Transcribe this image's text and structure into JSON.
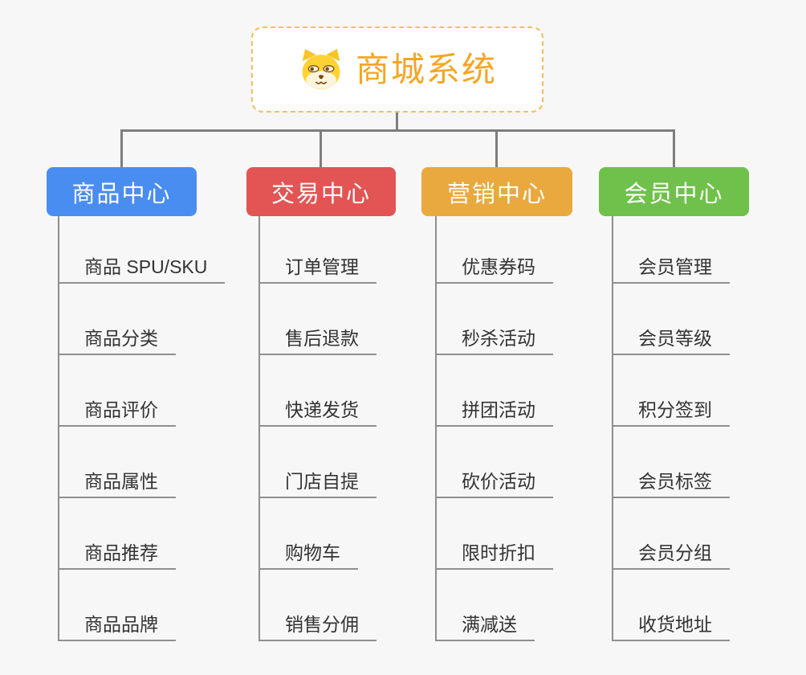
{
  "root": {
    "title": "商城系统",
    "icon": "shiba-dog-icon"
  },
  "branches": [
    {
      "id": "product-center",
      "label": "商品中心",
      "color": "#4A8DF0",
      "items": [
        "商品 SPU/SKU",
        "商品分类",
        "商品评价",
        "商品属性",
        "商品推荐",
        "商品品牌"
      ]
    },
    {
      "id": "trade-center",
      "label": "交易中心",
      "color": "#E25554",
      "items": [
        "订单管理",
        "售后退款",
        "快递发货",
        "门店自提",
        "购物车",
        "销售分佣"
      ]
    },
    {
      "id": "marketing-center",
      "label": "营销中心",
      "color": "#E9A93E",
      "items": [
        "优惠券码",
        "秒杀活动",
        "拼团活动",
        "砍价活动",
        "限时折扣",
        "满减送"
      ]
    },
    {
      "id": "member-center",
      "label": "会员中心",
      "color": "#70C14B",
      "items": [
        "会员管理",
        "会员等级",
        "积分签到",
        "会员标签",
        "会员分组",
        "收货地址"
      ]
    }
  ],
  "colors": {
    "background": "#F7F7F7",
    "connector": "#7E7E7E",
    "item_underline": "#8F8F8F",
    "item_text": "#333333",
    "root_text": "#F5A623",
    "root_border": "#F7BE58"
  }
}
